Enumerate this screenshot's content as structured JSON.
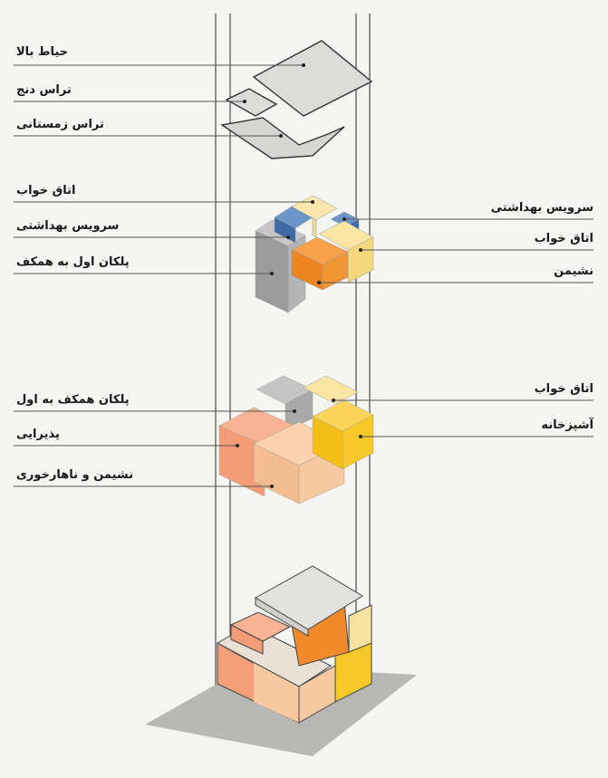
{
  "diagram": {
    "labels_left": {
      "roof_yard": "حیاط بالا",
      "terrace_4": "تراس دنج",
      "terrace_winter": "تراس زمستانی",
      "upper_bedroom": "اتاق خواب",
      "upper_wc": "سرویس بهداشتی",
      "upper_stair": "پلکان اول به همکف",
      "ground_stair": "پلکان همکف به اول",
      "reception": "پذیرایی",
      "living_dining": "نشیمن و ناهارخوری"
    },
    "labels_right": {
      "upper_wc": "سرویس بهداشتی",
      "upper_bedroom": "اتاق خواب",
      "upper_living": "نشیمن",
      "ground_bedroom": "اتاق خواب",
      "kitchen": "آشپزخانه"
    },
    "colors": {
      "orange": "#f08a2a",
      "salmon": "#f3a07a",
      "peach": "#f6c9a0",
      "yellow": "#f7c928",
      "pale_yellow": "#f8e2a2",
      "blue": "#4f7fb8",
      "grey": "#a9a9a9",
      "ground": "#b8b8b6"
    }
  }
}
